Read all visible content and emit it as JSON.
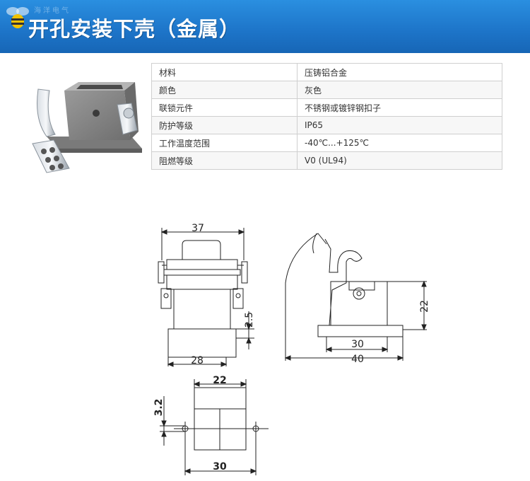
{
  "banner": {
    "title": "开孔安装下壳（金属）",
    "watermark": "海洋电气"
  },
  "spec": {
    "rows": [
      {
        "key": "材料",
        "value": "压铸铝合金"
      },
      {
        "key": "颜色",
        "value": "灰色"
      },
      {
        "key": "联锁元件",
        "value": "不锈钢或镀锌钢扣子"
      },
      {
        "key": "防护等级",
        "value": "IP65"
      },
      {
        "key": "工作温度范围",
        "value": "-40℃...+125℃"
      },
      {
        "key": "阻燃等级",
        "value": "V0 (UL94)"
      }
    ]
  },
  "drawing": {
    "front_width_top": "37",
    "front_width_bottom": "28",
    "front_height": "2.5",
    "side_height": "22",
    "side_inner_width": "30",
    "side_outer_width": "40",
    "plan_width_top": "22",
    "plan_width_bottom": "30",
    "plan_side": "3.2"
  },
  "colors": {
    "banner": "#1d74c8",
    "table_border": "#cfcfcf"
  }
}
